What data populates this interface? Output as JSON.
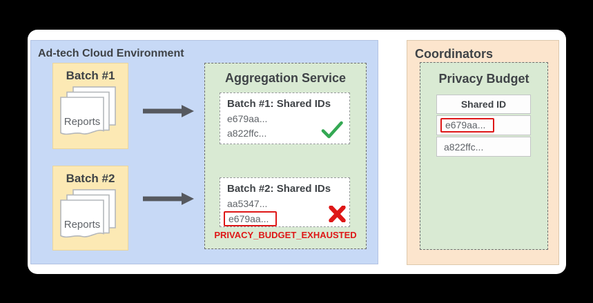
{
  "colors": {
    "page_bg": "#000000",
    "canvas_bg": "#ffffff",
    "env_blue": "#c7d9f6",
    "batch_yellow": "#fce9b4",
    "panel_green": "#d9ead3",
    "coord_orange": "#fce5cd",
    "alert_red": "#de1717",
    "success_green": "#34a853",
    "arrow_gray": "#56595f",
    "title_gray": "#3f4347",
    "text_gray": "#5f6368"
  },
  "adtech_env": {
    "title": "Ad-tech Cloud Environment",
    "batches": [
      {
        "label": "Batch #1",
        "doc_label": "Reports"
      },
      {
        "label": "Batch #2",
        "doc_label": "Reports"
      }
    ]
  },
  "aggregation_service": {
    "title": "Aggregation Service",
    "results": [
      {
        "title": "Batch #1: Shared IDs",
        "ids": [
          "e679aa...",
          "a822ffc..."
        ],
        "status": "success"
      },
      {
        "title": "Batch #2: Shared IDs",
        "ids": [
          "aa5347...",
          "e679aa..."
        ],
        "status": "error",
        "flagged_id": "e679aa..."
      }
    ],
    "error_label": "PRIVACY_BUDGET_EXHAUSTED"
  },
  "coordinators": {
    "title": "Coordinators",
    "privacy_budget": {
      "title": "Privacy Budget",
      "table": {
        "header": "Shared ID",
        "rows": [
          {
            "value": "e679aa...",
            "flagged": true
          },
          {
            "value": "a822ffc...",
            "flagged": false
          }
        ]
      }
    }
  }
}
